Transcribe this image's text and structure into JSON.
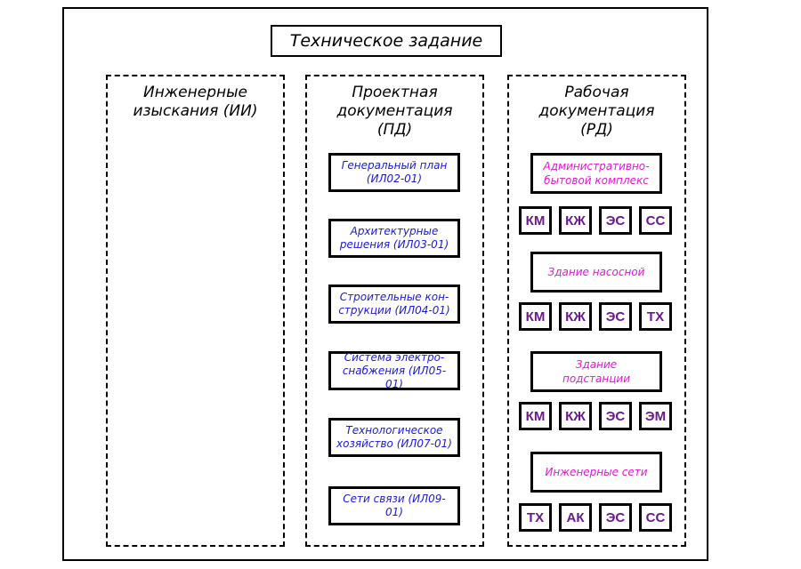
{
  "title": "Техническое задание",
  "columns": [
    {
      "title": "Инженерные\nизыскания (ИИ)"
    },
    {
      "title": "Проектная\nдокументация\n(ПД)"
    },
    {
      "title": "Рабочая\nдокументация\n(РД)"
    }
  ],
  "pd_items": [
    "Генеральный план\n(ИЛ02-01)",
    "Архитектурные\nрешения (ИЛ03-01)",
    "Строительные кон-\nструкции (ИЛ04-01)",
    "Система электро-\nснабжения (ИЛ05-01)",
    "Технологическое\nхозяйство (ИЛ07-01)",
    "Сети связи (ИЛ09-01)"
  ],
  "rd_groups": [
    {
      "name": "Административно-\nбытовой комплекс",
      "codes": [
        "КМ",
        "КЖ",
        "ЭС",
        "СС"
      ]
    },
    {
      "name": "Здание насосной",
      "codes": [
        "КМ",
        "КЖ",
        "ЭС",
        "ТХ"
      ]
    },
    {
      "name": "Здание\nподстанции",
      "codes": [
        "КМ",
        "КЖ",
        "ЭС",
        "ЭМ"
      ]
    },
    {
      "name": "Инженерные сети",
      "codes": [
        "ТХ",
        "АК",
        "ЭС",
        "СС"
      ]
    }
  ],
  "colors": {
    "pd_text": "#1a1ad6",
    "rd_group_text": "#e01ad6",
    "code_text": "#6a1a8c"
  }
}
